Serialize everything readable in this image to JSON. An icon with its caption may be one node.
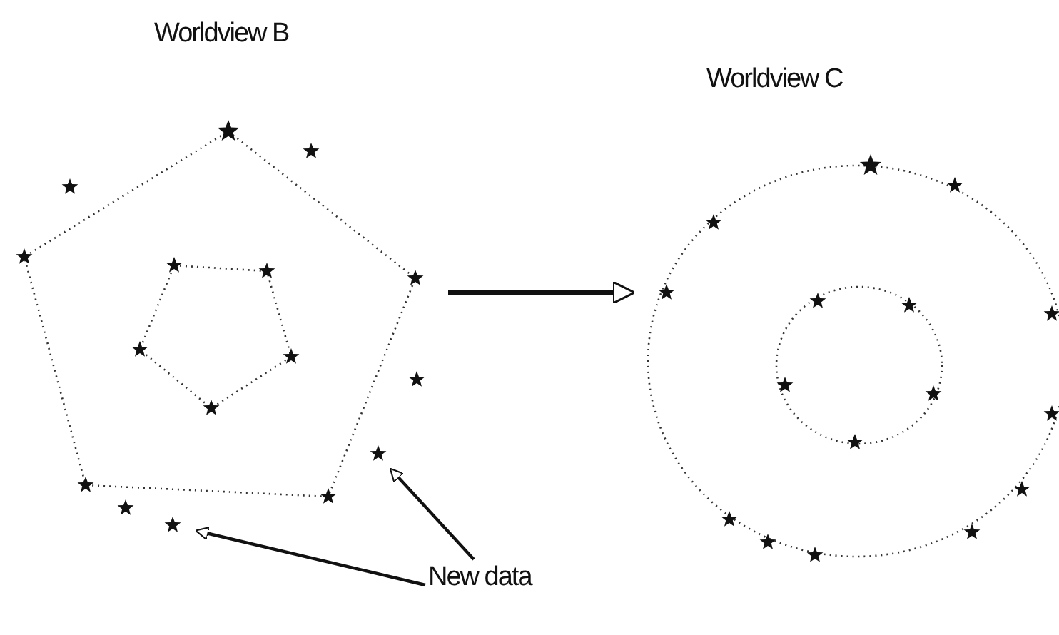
{
  "diagram": {
    "nodes": [
      {
        "text": [
          "Worldview B"
        ]
      },
      {
        "text": [
          "Worldview C"
        ]
      },
      {
        "text": [
          "New data"
        ]
      }
    ],
    "edges": [
      {
        "from": 0,
        "to": 1,
        "arrow": "to"
      },
      {
        "from": 2,
        "to": 0,
        "arrow": "to"
      },
      {
        "from": 2,
        "to": 0,
        "arrow": "to"
      }
    ]
  }
}
